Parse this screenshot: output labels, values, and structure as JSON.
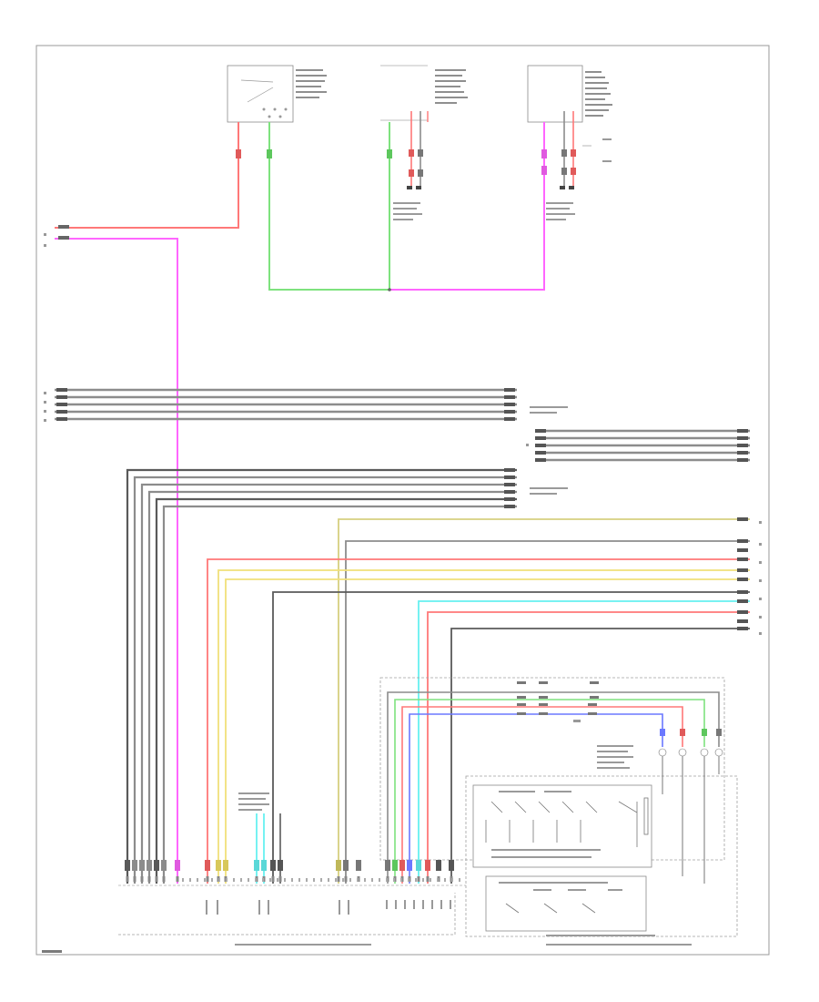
{
  "diagram": {
    "page_code": "",
    "footer_left": "",
    "footer_right": "",
    "components": [
      {
        "id": "c1",
        "lines": [
          "",
          "",
          "",
          ""
        ]
      },
      {
        "id": "c2",
        "lines": [
          "",
          "",
          "",
          "",
          ""
        ]
      },
      {
        "id": "c3",
        "lines": [
          "",
          "",
          "",
          "",
          "",
          "",
          ""
        ]
      }
    ],
    "colors": {
      "red": "#ff6b6b",
      "green": "#7ee27e",
      "magenta": "#ff66ff",
      "grey": "#8c8c8c",
      "dark": "#5a5a5a",
      "yellow": "#f0e07a",
      "olive": "#d6d080",
      "cyan": "#66f0f0",
      "blue": "#6b78ff"
    }
  }
}
